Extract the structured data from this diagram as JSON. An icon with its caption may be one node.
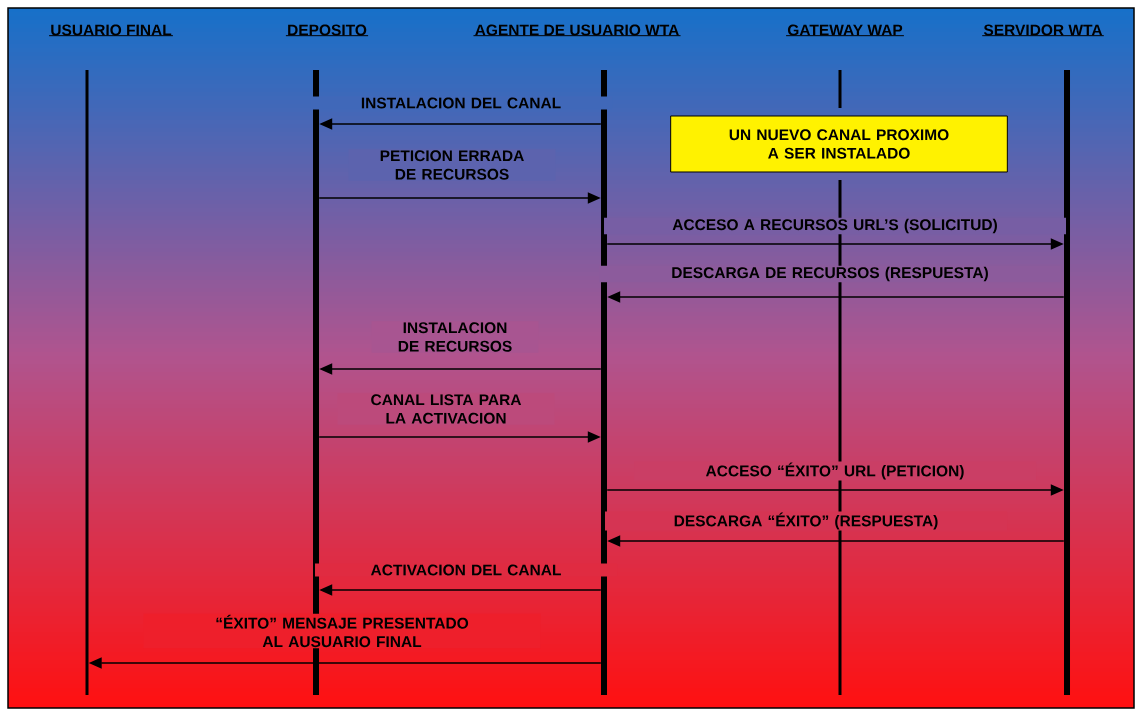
{
  "diagram": {
    "nodes": [
      {
        "text": [
          "USUARIO FINAL"
        ]
      },
      {
        "text": [
          "DEPOSITO"
        ]
      },
      {
        "text": [
          "AGENTE DE USUARIO WTA"
        ]
      },
      {
        "text": [
          "GATEWAY WAP"
        ]
      },
      {
        "text": [
          "SERVIDOR WTA"
        ]
      },
      {
        "text": [],
        "shape": "bar"
      },
      {
        "text": [],
        "shape": "bar"
      },
      {
        "text": [],
        "shape": "bar"
      },
      {
        "text": [],
        "shape": "bar"
      },
      {
        "text": [],
        "shape": "bar"
      },
      {
        "text": [
          "UN NUEVO CANAL PROXIMO A SER INSTALADO"
        ]
      }
    ],
    "edges": [
      {
        "from": 7,
        "to": 6,
        "arrow": "to",
        "label": "INSTALACION DEL CANAL"
      },
      {
        "from": 6,
        "to": 7,
        "arrow": "to",
        "label": "PETICION ERRADA DE RECURSOS"
      },
      {
        "from": 7,
        "to": 9,
        "arrow": "to",
        "label": "ACCESO A RECURSOS URL’S (SOLICITUD)"
      },
      {
        "from": 9,
        "to": 7,
        "arrow": "to",
        "label": "DESCARGA DE RECURSOS (RESPUESTA)"
      },
      {
        "from": 7,
        "to": 6,
        "arrow": "to",
        "label": "INSTALACION DE RECURSOS"
      },
      {
        "from": 6,
        "to": 7,
        "arrow": "to",
        "label": "CANAL LISTA PARA LA ACTIVACION"
      },
      {
        "from": 7,
        "to": 9,
        "arrow": "to",
        "label": "ACCESO “ÉXITO” URL (PETICION)"
      },
      {
        "from": 9,
        "to": 7,
        "arrow": "to",
        "label": "DESCARGA “ÉXITO” (RESPUESTA)"
      },
      {
        "from": 7,
        "to": 6,
        "arrow": "to",
        "label": "ACTIVACION DEL CANAL"
      },
      {
        "from": 7,
        "to": 5,
        "arrow": "to",
        "label": "“ÉXITO” MENSAJE PRESENTADO AL AUSUARIO FINAL"
      }
    ]
  }
}
